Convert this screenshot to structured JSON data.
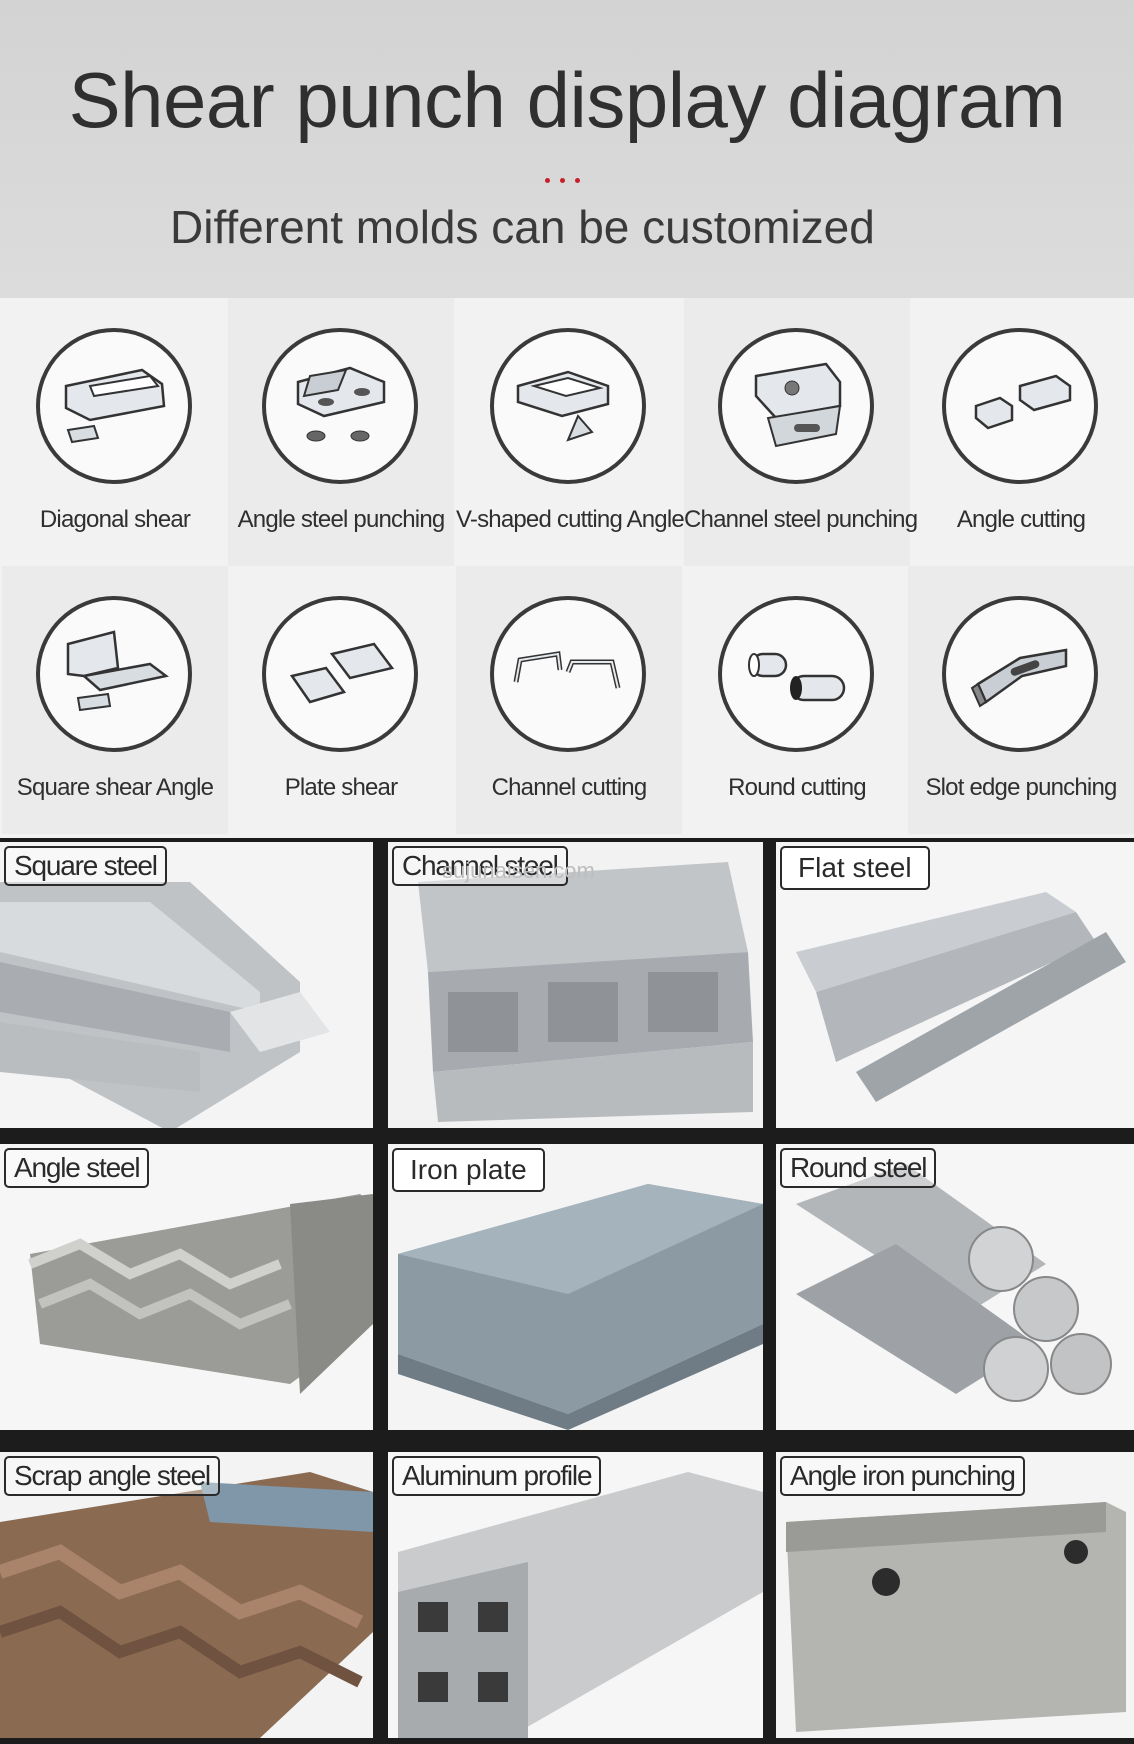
{
  "header": {
    "title": "Shear punch display diagram",
    "subtitle": "Different molds can be customized",
    "accent_color": "#c8202a"
  },
  "processes": [
    {
      "label": "Diagonal shear",
      "icon": "diagonal-shear-icon"
    },
    {
      "label": "Angle steel punching",
      "icon": "angle-steel-punching-icon"
    },
    {
      "label": "V-shaped cutting Angle",
      "icon": "v-cut-angle-icon"
    },
    {
      "label": "Channel steel punching",
      "icon": "channel-punching-icon"
    },
    {
      "label": "Angle cutting",
      "icon": "angle-cutting-icon"
    },
    {
      "label": "Square shear Angle",
      "icon": "square-shear-icon"
    },
    {
      "label": "Plate shear",
      "icon": "plate-shear-icon"
    },
    {
      "label": "Channel cutting",
      "icon": "channel-cutting-icon"
    },
    {
      "label": "Round cutting",
      "icon": "round-cutting-icon"
    },
    {
      "label": "Slot edge punching",
      "icon": "slot-punching-icon"
    }
  ],
  "materials": [
    {
      "label": "Square steel"
    },
    {
      "label": "Channel steel"
    },
    {
      "label": "Flat steel"
    },
    {
      "label": "Angle steel"
    },
    {
      "label": "Iron plate"
    },
    {
      "label": "Round steel"
    },
    {
      "label": "Scrap angle steel"
    },
    {
      "label": "Aluminum profile"
    },
    {
      "label": "Angle iron punching"
    }
  ],
  "watermark": "sujunaisen.com"
}
